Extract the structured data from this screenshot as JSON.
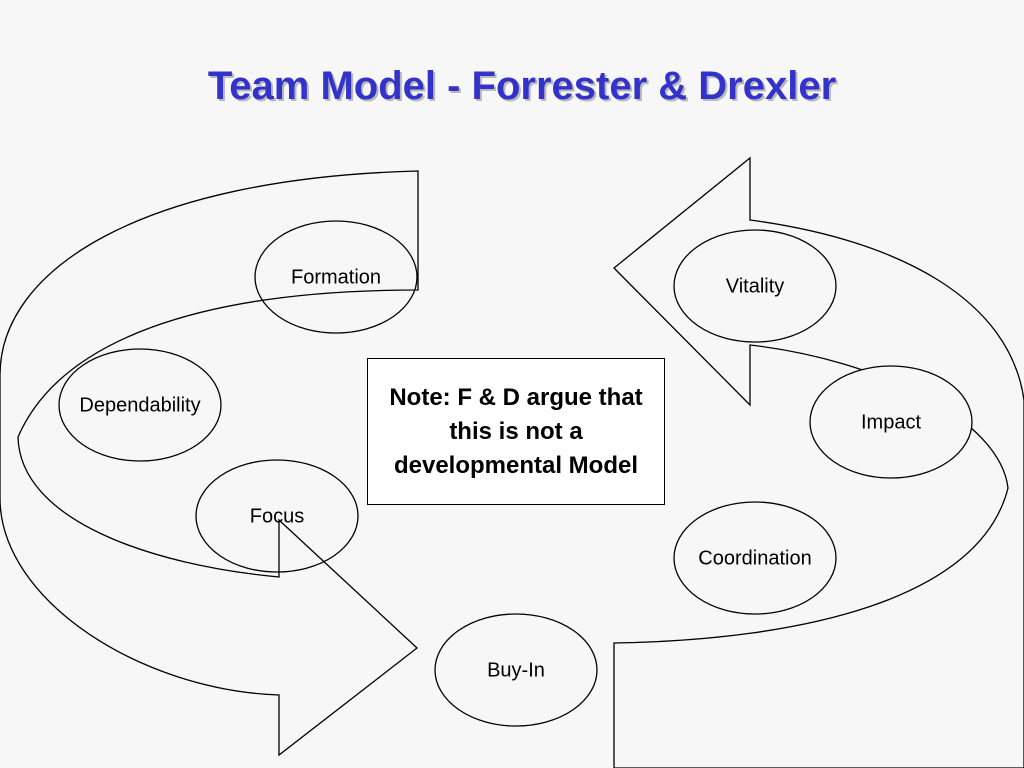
{
  "title": "Team Model - Forrester & Drexler",
  "note": "Note: F & D argue that this is not a developmental Model",
  "stages": {
    "formation": "Formation",
    "dependability": "Dependability",
    "focus": "Focus",
    "buy_in": "Buy-In",
    "coordination": "Coordination",
    "impact": "Impact",
    "vitality": "Vitality"
  },
  "colors": {
    "title": "#3333cc",
    "background": "#f7f7f7",
    "stroke": "#000000"
  }
}
